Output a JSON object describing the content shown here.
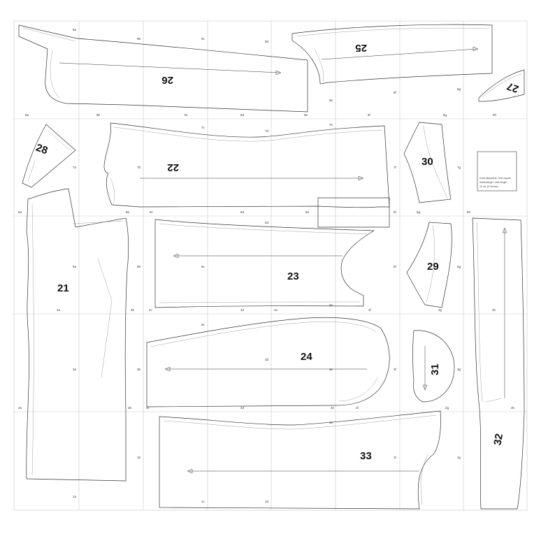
{
  "pieces": [
    {
      "id": "piece-21",
      "label": "21"
    },
    {
      "id": "piece-22",
      "label": "22"
    },
    {
      "id": "piece-23",
      "label": "23"
    },
    {
      "id": "piece-24",
      "label": "24"
    },
    {
      "id": "piece-25",
      "label": "25"
    },
    {
      "id": "piece-26",
      "label": "26"
    },
    {
      "id": "piece-27",
      "label": "27"
    },
    {
      "id": "piece-28",
      "label": "28"
    },
    {
      "id": "piece-29",
      "label": "29"
    },
    {
      "id": "piece-30",
      "label": "30"
    },
    {
      "id": "piece-31",
      "label": "31"
    },
    {
      "id": "piece-32",
      "label": "32"
    },
    {
      "id": "piece-33",
      "label": "33"
    }
  ],
  "control_box": {
    "line1": "Kontrollquadrat / test square",
    "line2": "Seitenlänge / side length",
    "line3": "10 cm (4 inches)"
  },
  "marks": {
    "row9": [
      "9a",
      "9b",
      "9c",
      "9d",
      "9e",
      "9f",
      "9g"
    ],
    "row8": [
      "8a",
      "8b",
      "8c",
      "8d",
      "8e",
      "8f",
      "8g",
      "8h"
    ],
    "row7": [
      "7a",
      "7b",
      "7c",
      "7d",
      "7e",
      "7f",
      "7g"
    ],
    "row6": [
      "6a",
      "6b",
      "6c",
      "6d",
      "6e",
      "6f",
      "6g",
      "6h"
    ],
    "row5": [
      "5a",
      "5b",
      "5c",
      "5d",
      "5e",
      "5f",
      "5g"
    ],
    "row4": [
      "4a",
      "4b",
      "4c",
      "4d",
      "4e",
      "4f",
      "4g",
      "4h"
    ],
    "row3": [
      "3a",
      "3b",
      "3c",
      "3d",
      "3e",
      "3f",
      "3g"
    ],
    "row2": [
      "2a",
      "2b",
      "2c",
      "2d",
      "2e",
      "2f",
      "2g",
      "2h"
    ],
    "row1": [
      "1a",
      "1b",
      "1c",
      "1d",
      "1e",
      "1f",
      "1g"
    ]
  }
}
